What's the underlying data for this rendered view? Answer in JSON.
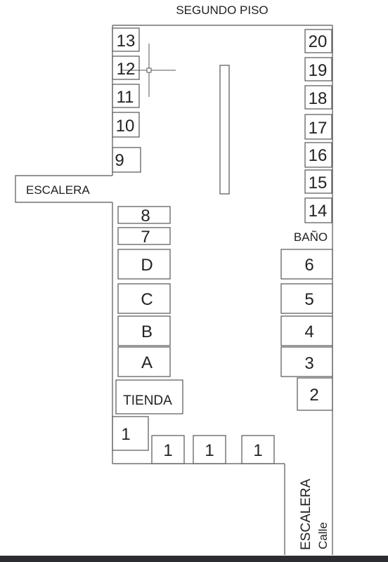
{
  "title": "SEGUNDO PISO",
  "labels": {
    "escalera_left": "ESCALERA",
    "escalera_bottom": "ESCALERA",
    "calle": "Calle",
    "bano": "BAÑO",
    "tienda": "TIENDA"
  },
  "left_numbered": [
    "13",
    "12",
    "11",
    "10",
    "9"
  ],
  "right_numbered": [
    "20",
    "19",
    "18",
    "17",
    "16",
    "15",
    "14"
  ],
  "center_units": [
    "8",
    "7",
    "D",
    "C",
    "B",
    "A"
  ],
  "right_units": [
    "6",
    "5",
    "4",
    "3",
    "2"
  ],
  "corner_unit": "1",
  "bottom_units": [
    "1",
    "1",
    "1"
  ],
  "colors": {
    "line": "#555555",
    "text": "#222222",
    "bar": "#2b2d31"
  }
}
